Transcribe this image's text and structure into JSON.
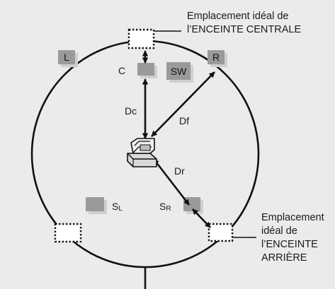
{
  "colors": {
    "background": "#ebebeb",
    "speaker_box": "#9a9a9a",
    "speaker_shadow": "#cfcfcf",
    "line": "#111111"
  },
  "speakers": {
    "left": "L",
    "right": "R",
    "center": "C",
    "subwoofer": "SW",
    "surround_left_main": "S",
    "surround_left_sub": "L",
    "surround_right_main": "S",
    "surround_right_sub": "R"
  },
  "distances": {
    "center": "Dc",
    "front": "Df",
    "rear": "Dr"
  },
  "notes": {
    "center_ideal": [
      "Emplacement idéal de",
      "l’ENCEINTE CENTRALE"
    ],
    "rear_ideal": [
      "Emplacement",
      "idéal de",
      "l’ENCEINTE",
      "ARRIÈRE"
    ]
  },
  "icons": {
    "listener": "listener-chair-icon",
    "ideal_position_marker": "dotted-box-icon",
    "distance_marker": "double-arrow-icon"
  }
}
